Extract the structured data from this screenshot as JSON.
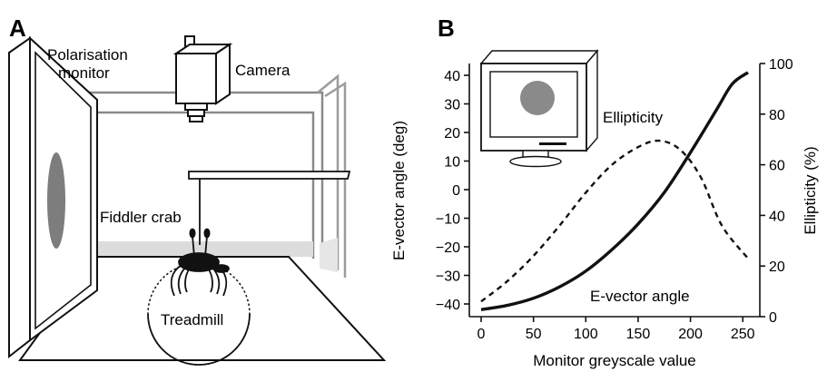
{
  "panel_a": {
    "letter": "A",
    "labels": {
      "monitor_line1": "Polarisation",
      "monitor_line2": "monitor",
      "camera": "Camera",
      "crab": "Fiddler crab",
      "treadmill": "Treadmill"
    }
  },
  "panel_b": {
    "letter": "B"
  },
  "chart_data": {
    "type": "line",
    "xlabel": "Monitor greyscale value",
    "ylabel": "E-vector angle (deg)",
    "y2label": "Ellipticity (%)",
    "xlim": [
      0,
      255
    ],
    "xticks": [
      0,
      50,
      100,
      150,
      200,
      250
    ],
    "ylim": [
      -45,
      45
    ],
    "yticks": [
      -40,
      -30,
      -20,
      -10,
      0,
      10,
      20,
      30,
      40
    ],
    "y2lim": [
      0,
      100
    ],
    "y2ticks": [
      0,
      20,
      40,
      60,
      80,
      100
    ],
    "series": [
      {
        "name": "E-vector angle",
        "axis": "left",
        "style": "solid",
        "x": [
          0,
          25,
          50,
          75,
          100,
          125,
          150,
          175,
          200,
          225,
          240,
          255
        ],
        "values": [
          -42,
          -40.5,
          -38,
          -34,
          -28.5,
          -21,
          -12,
          -1,
          13,
          28,
          37,
          41
        ]
      },
      {
        "name": "Ellipticity",
        "axis": "right",
        "style": "dashed",
        "x": [
          0,
          25,
          50,
          75,
          100,
          125,
          150,
          170,
          190,
          210,
          230,
          255
        ],
        "values": [
          6,
          14,
          24,
          36,
          49,
          60,
          67,
          69.5,
          66,
          55,
          36,
          23
        ]
      }
    ]
  }
}
